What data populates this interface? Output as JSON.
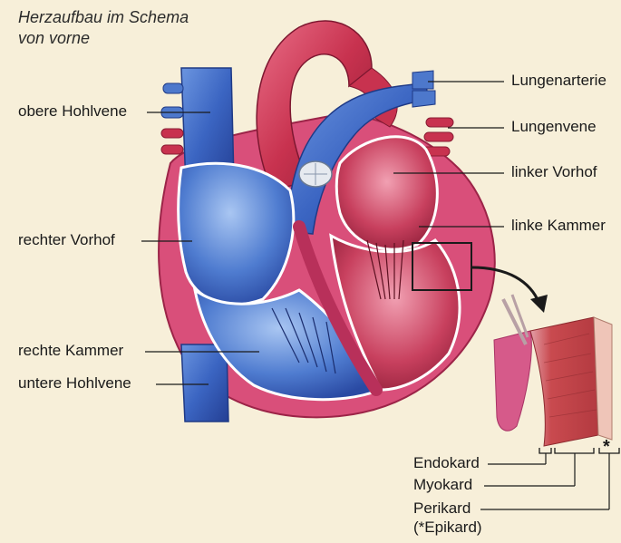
{
  "title": {
    "line1": "Herzaufbau im Schema",
    "line2": "von vorne"
  },
  "labels": {
    "obere_hohlvene": "obere Hohlvene",
    "rechter_vorhof": "rechter Vorhof",
    "rechte_kammer": "rechte Kammer",
    "untere_hohlvene": "untere Hohlvene",
    "lungenarterie": "Lungenarterie",
    "lungenvene": "Lungenvene",
    "linker_vorhof": "linker Vorhof",
    "linke_kammer": "linke Kammer",
    "endokard": "Endokard",
    "myokard": "Myokard",
    "perikard": "Perikard",
    "epikard_note": "(*Epikard)",
    "asterisk": "*"
  },
  "colors": {
    "background": "#f7efd9",
    "venous_blue": "#3f6fc4",
    "arterial_red": "#c8324f",
    "wall_pink": "#d94f7a",
    "muscle_red": "#c44141"
  }
}
